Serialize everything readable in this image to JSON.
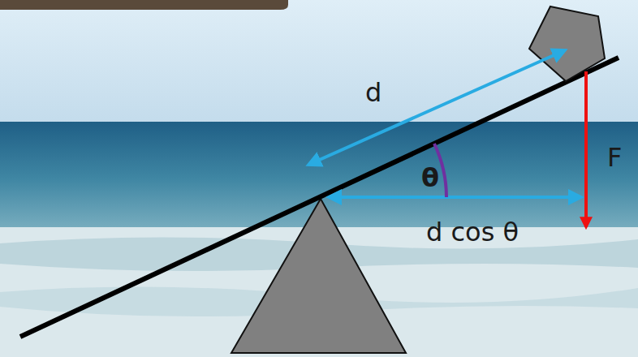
{
  "diagram": {
    "labels": [
      "d",
      "θ",
      "d cos θ",
      "F"
    ]
  }
}
